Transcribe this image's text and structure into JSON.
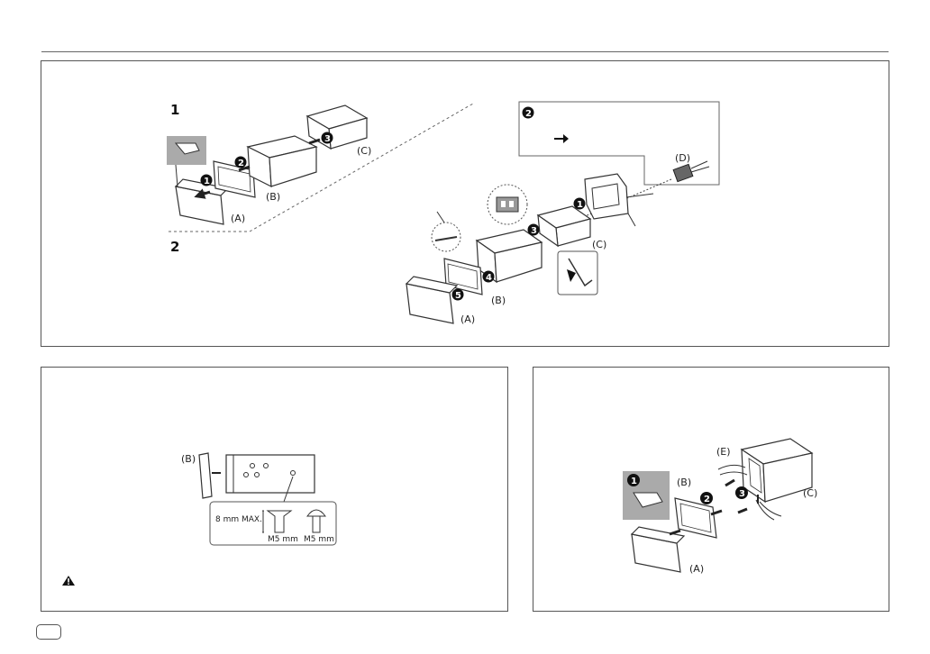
{
  "top_panel": {
    "step1": "1",
    "step2": "2",
    "left_labels": {
      "a": "(A)",
      "b": "(B)",
      "c": "(C)"
    },
    "right_labels": {
      "a": "(A)",
      "b": "(B)",
      "c": "(C)",
      "d": "(D)"
    },
    "callout_step": "2"
  },
  "bottom_left": {
    "label_b": "(B)",
    "dim_text": "8 mm MAX.",
    "screw1": "M5 mm",
    "screw2": "M5 mm"
  },
  "bottom_right": {
    "labels": {
      "a": "(A)",
      "b": "(B)",
      "c": "(C)",
      "e": "(E)"
    }
  },
  "step_numbers": {
    "one": "1",
    "two": "2",
    "three": "3",
    "four": "4",
    "five": "5"
  }
}
